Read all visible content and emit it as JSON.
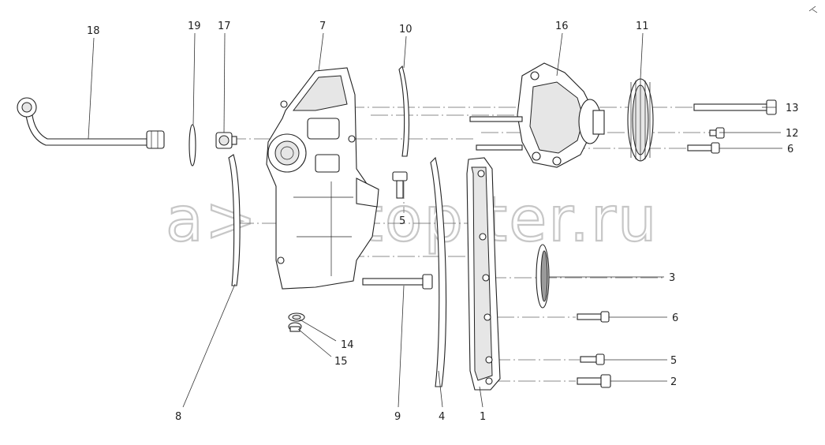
{
  "watermark": "a> autopiter.ru",
  "callouts": {
    "c1": "1",
    "c2": "2",
    "c3": "3",
    "c4": "4",
    "c5a": "5",
    "c5b": "5",
    "c6a": "6",
    "c6b": "6",
    "c7": "7",
    "c8": "8",
    "c9": "9",
    "c10": "10",
    "c11": "11",
    "c12": "12",
    "c13": "13",
    "c14": "14",
    "c15": "15",
    "c16": "16",
    "c17": "17",
    "c18": "18",
    "c19": "19"
  }
}
